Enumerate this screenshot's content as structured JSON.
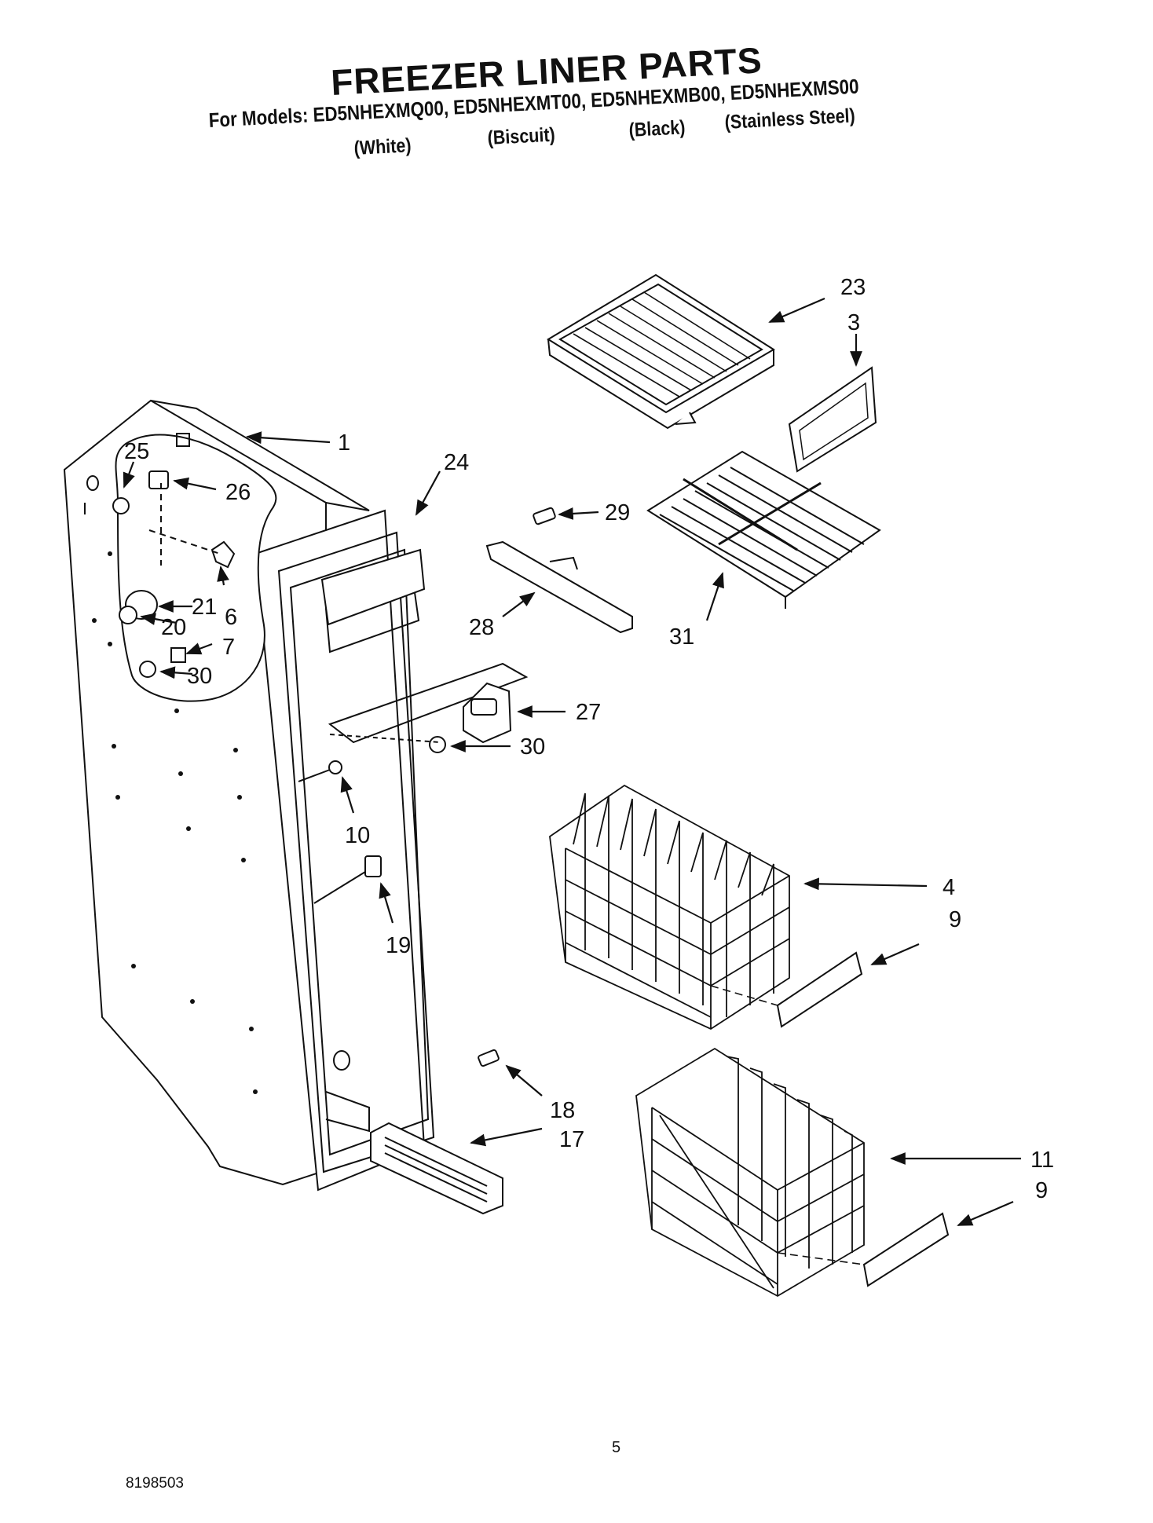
{
  "header": {
    "title": "FREEZER LINER PARTS",
    "models_line": "For Models: ED5NHEXMQ00, ED5NHEXMT00, ED5NHEXMB00, ED5NHEXMS00",
    "model_colors": [
      "(White)",
      "(Biscuit)",
      "(Black)",
      "(Stainless Steel)"
    ]
  },
  "callouts": {
    "liner": "1",
    "glass_shelf_trim": "3",
    "upper_basket": "4",
    "small_shelf_bracket": "6",
    "connector": "7",
    "basket_trim_upper": "9",
    "basket_trim_lower": "9",
    "screw_10": "10",
    "lower_basket": "11",
    "grille": "17",
    "screw_18": "18",
    "plug": "19",
    "bulb_socket_nut": "20",
    "bulb_socket": "21",
    "upper_shelf": "23",
    "light_shield": "24",
    "bulb": "25",
    "lamp_holder": "26",
    "shelf_bracket": "27",
    "support_bar": "28",
    "screw_29": "29",
    "screw_30_upper": "30",
    "screw_30_lower": "30",
    "wire_shelf": "31"
  },
  "footer": {
    "page_number": "5",
    "document_number": "8198503"
  }
}
